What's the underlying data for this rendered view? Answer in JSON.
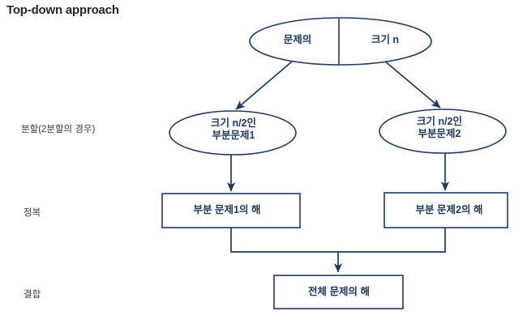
{
  "slide": {
    "title": "Top-down approach",
    "accent_color": "#1f3864",
    "title_color": "#262626",
    "background_color": "#ffffff"
  },
  "stages": [
    {
      "id": "divide",
      "label": "분할(2분할의 경우)"
    },
    {
      "id": "conquer",
      "label": "정복"
    },
    {
      "id": "combine",
      "label": "결합"
    }
  ],
  "nodes": {
    "root": {
      "shape": "ellipse",
      "left_label": "문제의",
      "right_label": "크기 n",
      "divided": true
    },
    "sub1": {
      "shape": "ellipse",
      "line1": "크기 n/2인",
      "line2": "부분문제1"
    },
    "sub2": {
      "shape": "ellipse",
      "line1": "크기 n/2인",
      "line2": "부분문제2"
    },
    "sol1": {
      "shape": "rectangle",
      "label": "부분 문제1의 해"
    },
    "sol2": {
      "shape": "rectangle",
      "label": "부분 문제2의 해"
    },
    "total": {
      "shape": "rectangle",
      "label": "전체 문제의 해"
    }
  },
  "connectors": [
    {
      "id": "root-to-sub1",
      "from": "root",
      "to": "sub1",
      "style": "diagonal-arrow"
    },
    {
      "id": "root-to-sub2",
      "from": "root",
      "to": "sub2",
      "style": "diagonal-arrow"
    },
    {
      "id": "sub1-to-sol1",
      "from": "sub1",
      "to": "sol1",
      "style": "vertical-arrow"
    },
    {
      "id": "sub2-to-sol2",
      "from": "sub2",
      "to": "sol2",
      "style": "vertical-arrow"
    },
    {
      "id": "sol1-to-total",
      "from": "sol1",
      "to": "total",
      "style": "elbow"
    },
    {
      "id": "sol2-to-total",
      "from": "sol2",
      "to": "total",
      "style": "elbow-arrow"
    }
  ]
}
